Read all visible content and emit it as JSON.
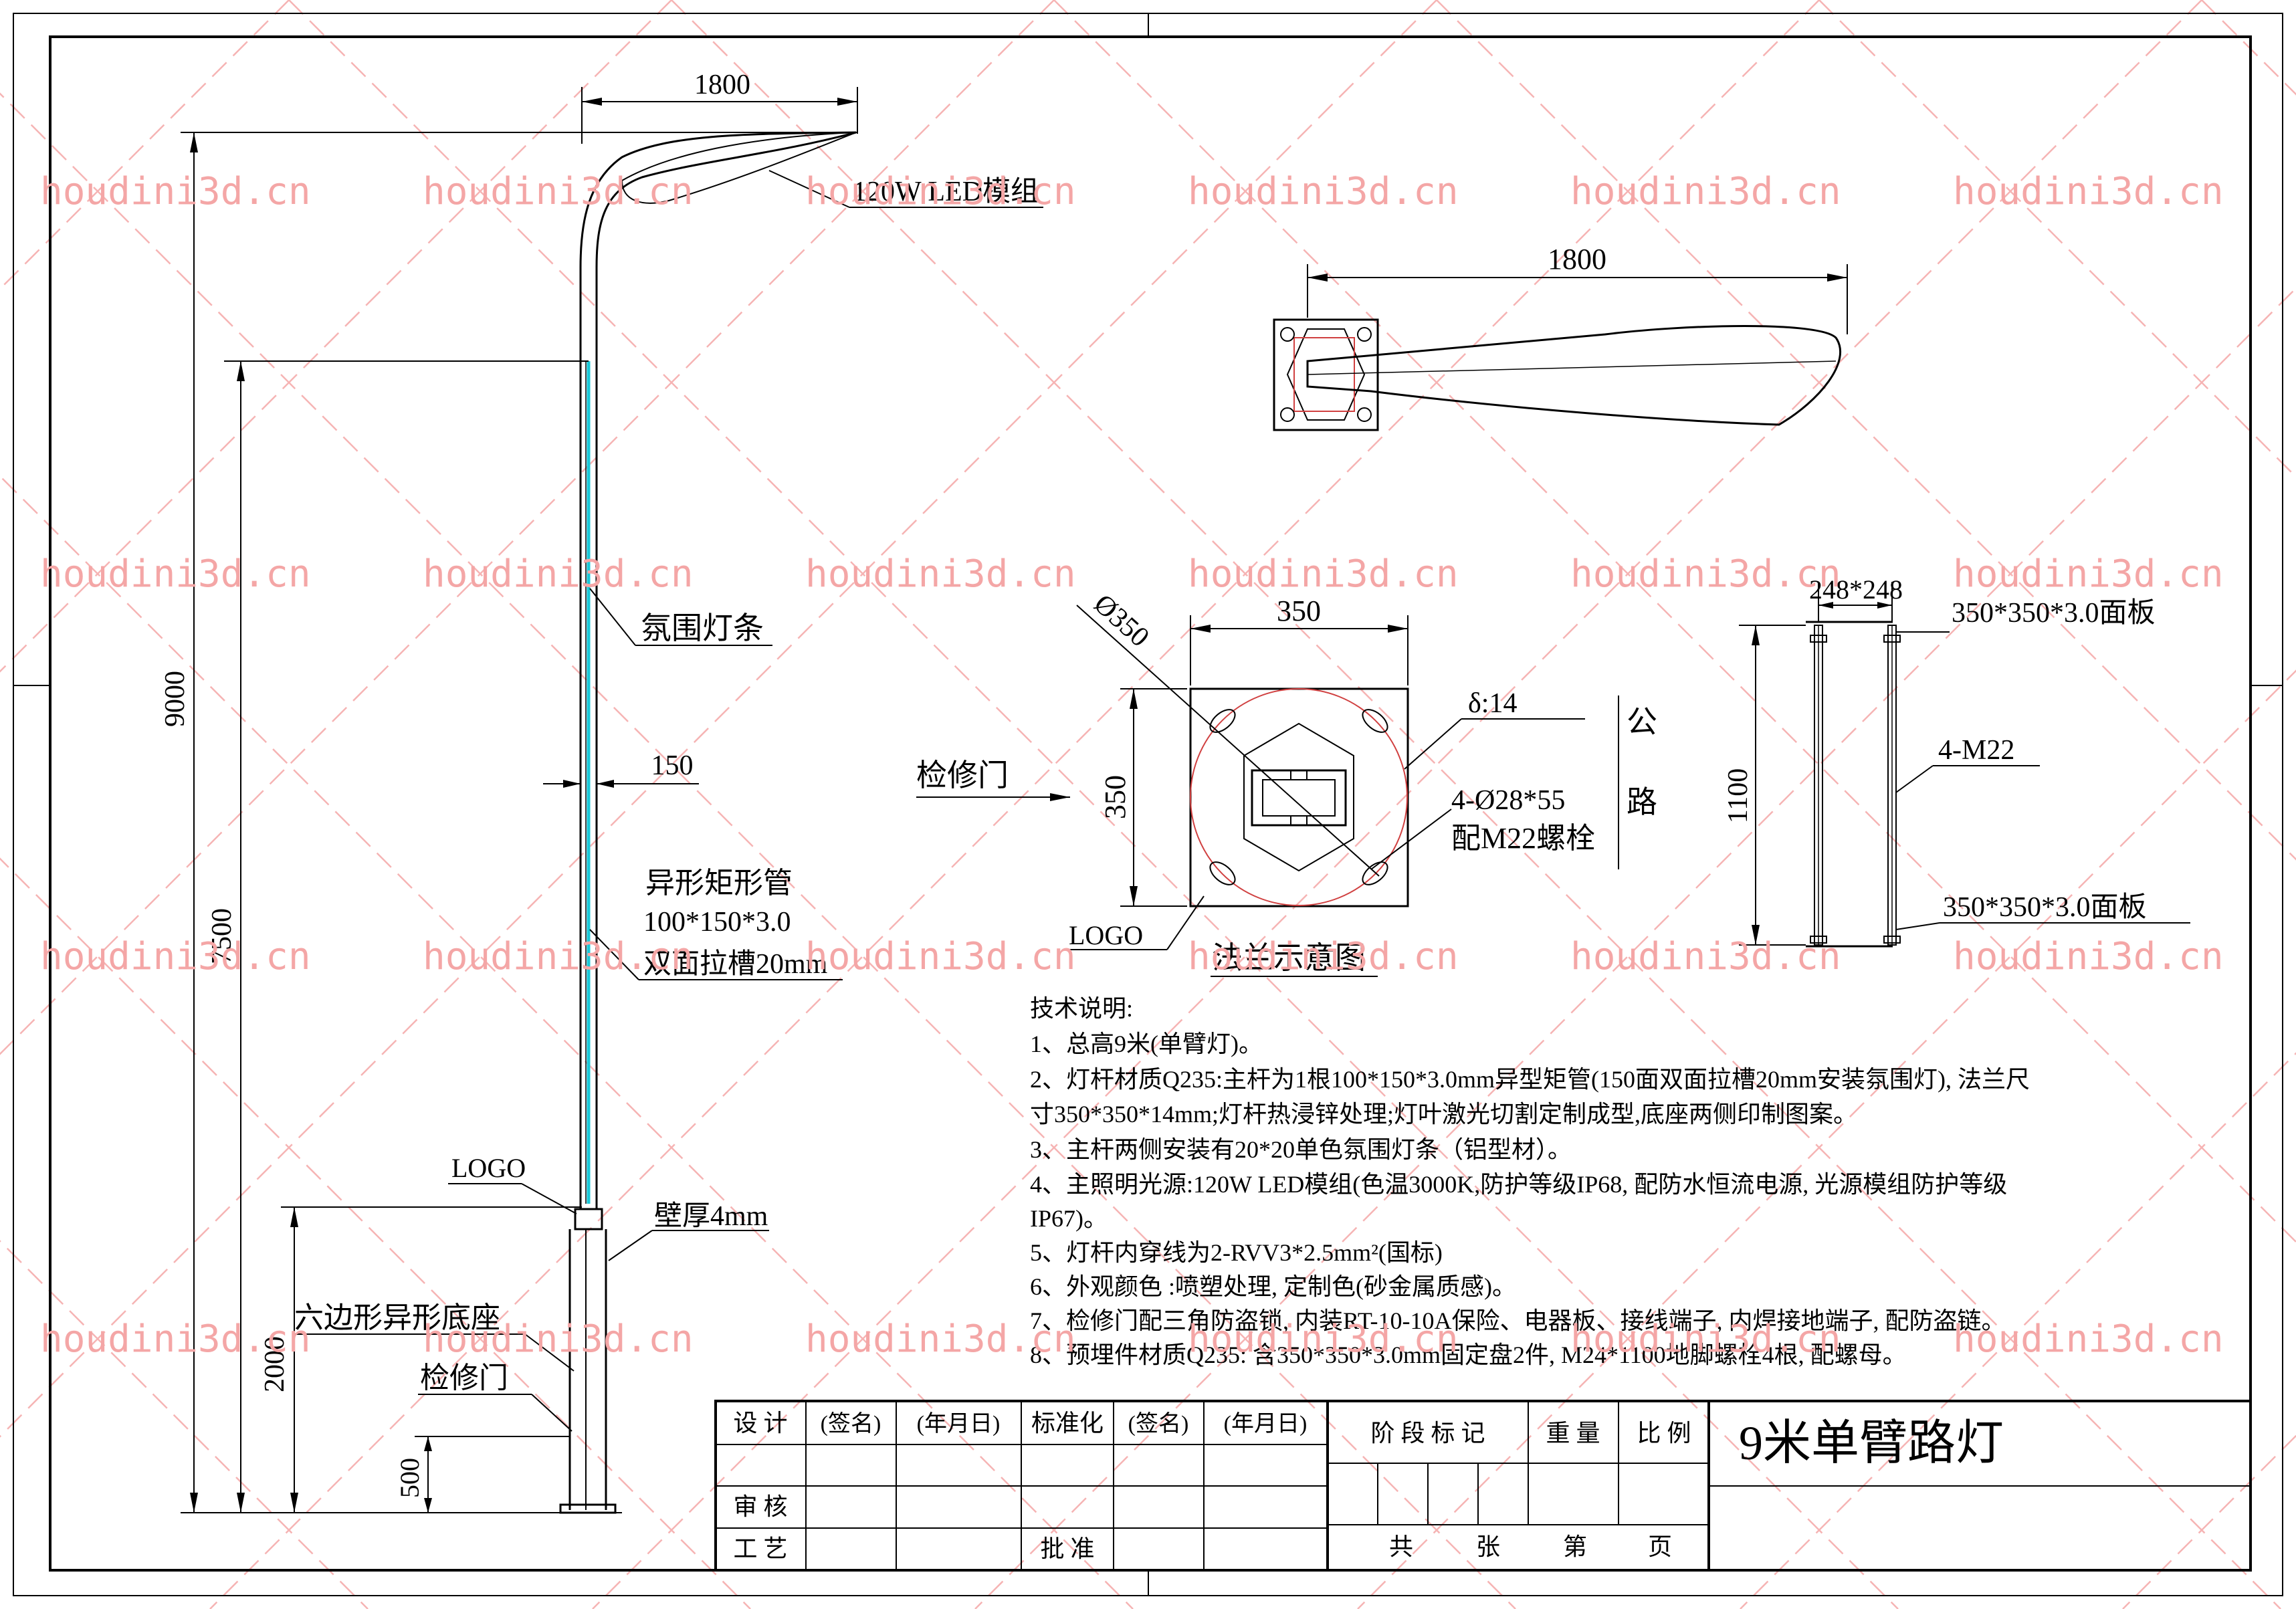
{
  "watermark": "houdini3d.cn",
  "elevation": {
    "dim_arm_length": "1800",
    "dim_total_height": "9000",
    "dim_strip_height": "7500",
    "dim_base_height": "2000",
    "dim_door_height": "500",
    "dim_pole_width": "150",
    "label_led": "120W LED模组",
    "label_strip": "氛围灯条",
    "label_pipe_line1": "异形矩形管",
    "label_pipe_line2": "100*150*3.0",
    "label_pipe_line3": "双面拉槽20mm",
    "label_logo": "LOGO",
    "label_wall": "壁厚4mm",
    "label_base": "六边形异形底座",
    "label_door": "检修门"
  },
  "plan": {
    "dim_arm_length": "1800"
  },
  "flange": {
    "dim_diameter": "Ø350",
    "dim_width": "350",
    "dim_height": "350",
    "label_thickness": "δ:14",
    "label_holes": "4-Ø28*55",
    "label_bolts": "配M22螺栓",
    "label_road_1": "公",
    "label_road_2": "路",
    "label_door": "检修门",
    "label_logo": "LOGO",
    "caption": "法兰示意图"
  },
  "embedded": {
    "dim_spacing": "248*248",
    "dim_length": "1100",
    "label_top_plate": "350*350*3.0面板",
    "label_bolt": "4-M22",
    "label_bottom_plate": "350*350*3.0面板"
  },
  "notes": {
    "title": "技术说明:",
    "lines": [
      "1、总高9米(单臂灯)。",
      "2、灯杆材质Q235:主杆为1根100*150*3.0mm异型矩管(150面双面拉槽20mm安装氛围灯), 法兰尺",
      "寸350*350*14mm;灯杆热浸锌处理;灯叶激光切割定制成型,底座两侧印制图案。",
      "3、主杆两侧安装有20*20单色氛围灯条（铝型材）。",
      "4、主照明光源:120W LED模组(色温3000K,防护等级IP68, 配防水恒流电源, 光源模组防护等级",
      "IP67)。",
      "5、灯杆内穿线为2-RVV3*2.5mm²(国标)",
      "6、外观颜色 :喷塑处理, 定制色(砂金属质感)。",
      "7、检修门配三角防盗锁, 内装RT-10-10A保险、电器板、接线端子, 内焊接地端子, 配防盗链。",
      "8、预埋件材质Q235: 含350*350*3.0mm固定盘2件, M24*1100地脚螺栓4根, 配螺母。"
    ]
  },
  "title_block": {
    "design": "设 计",
    "sign1": "(签名)",
    "date1": "(年月日)",
    "standard": "标准化",
    "sign2": "(签名)",
    "date2": "(年月日)",
    "review": "审 核",
    "craft": "工 艺",
    "approve": "批 准",
    "stage": "阶 段 标 记",
    "weight": "重 量",
    "scale": "比 例",
    "sheets_total": "共",
    "sheets_unit": "张",
    "sheet_no": "第",
    "page": "页",
    "drawing_title": "9米单臂路灯"
  },
  "colors": {
    "line": "#000000",
    "watermark": "#f4a6a6",
    "strip": "#19c8d8",
    "flange_circle": "#d04040"
  }
}
